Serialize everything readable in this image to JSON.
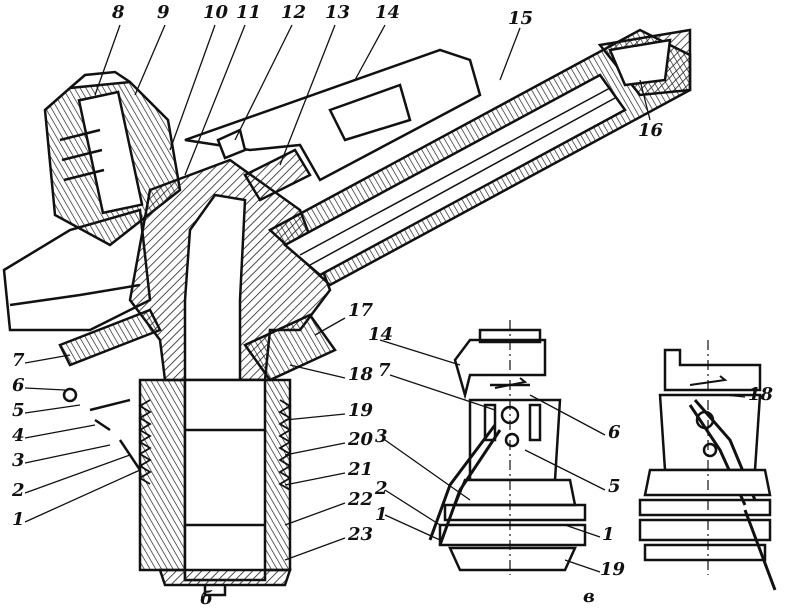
{
  "figure": {
    "callouts_main": [
      "1",
      "2",
      "3",
      "4",
      "5",
      "6",
      "7",
      "8",
      "9",
      "10",
      "11",
      "12",
      "13",
      "14",
      "15",
      "16",
      "17",
      "18",
      "19",
      "20",
      "21",
      "22",
      "23"
    ],
    "callouts_view_b": [
      "14",
      "7",
      "3",
      "2",
      "1",
      "6",
      "5",
      "1",
      "19"
    ],
    "callouts_view_c": [
      "18"
    ],
    "view_letters": [
      "б",
      "в"
    ]
  }
}
